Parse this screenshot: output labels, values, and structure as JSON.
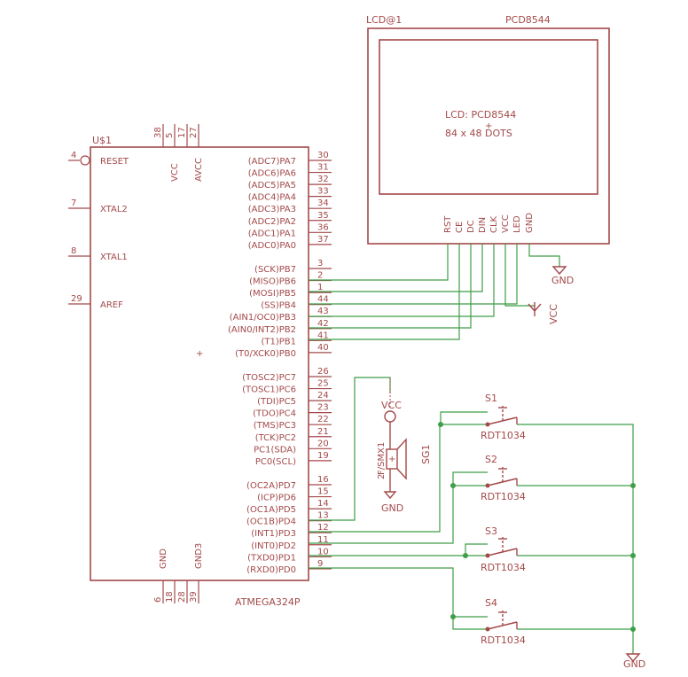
{
  "mcu": {
    "name": "U$1",
    "value": "ATMEGA324P",
    "left_pins": [
      {
        "num": "4",
        "label": "RESET"
      },
      {
        "num": "7",
        "label": "XTAL2"
      },
      {
        "num": "8",
        "label": "XTAL1"
      },
      {
        "num": "29",
        "label": "AREF"
      }
    ],
    "top_pins": [
      {
        "num": "38",
        "label": ""
      },
      {
        "num": "5",
        "label": "VCC"
      },
      {
        "num": "17",
        "label": ""
      },
      {
        "num": "27",
        "label": "AVCC"
      }
    ],
    "bottom_pins": [
      {
        "num": "6",
        "label": "GND"
      },
      {
        "num": "18",
        "label": ""
      },
      {
        "num": "28",
        "label": ""
      },
      {
        "num": "39",
        "label": "GND3"
      }
    ],
    "right_pins": [
      {
        "num": "30",
        "label": "(ADC7)PA7"
      },
      {
        "num": "31",
        "label": "(ADC6)PA6"
      },
      {
        "num": "32",
        "label": "(ADC5)PA5"
      },
      {
        "num": "33",
        "label": "(ADC4)PA4"
      },
      {
        "num": "34",
        "label": "(ADC3)PA3"
      },
      {
        "num": "35",
        "label": "(ADC2)PA2"
      },
      {
        "num": "36",
        "label": "(ADC1)PA1"
      },
      {
        "num": "37",
        "label": "(ADC0)PA0"
      },
      {
        "num": "3",
        "label": "(SCK)PB7"
      },
      {
        "num": "2",
        "label": "(MISO)PB6"
      },
      {
        "num": "1",
        "label": "(MOSI)PB5"
      },
      {
        "num": "44",
        "label": "(SS)PB4"
      },
      {
        "num": "43",
        "label": "(AIN1/OC0)PB3"
      },
      {
        "num": "42",
        "label": "(AIN0/INT2)PB2"
      },
      {
        "num": "41",
        "label": "(T1)PB1"
      },
      {
        "num": "40",
        "label": "(T0/XCK0)PB0"
      },
      {
        "num": "26",
        "label": "(TOSC2)PC7"
      },
      {
        "num": "25",
        "label": "(TOSC1)PC6"
      },
      {
        "num": "24",
        "label": "(TDI)PC5"
      },
      {
        "num": "23",
        "label": "(TDO)PC4"
      },
      {
        "num": "22",
        "label": "(TMS)PC3"
      },
      {
        "num": "21",
        "label": "(TCK)PC2"
      },
      {
        "num": "20",
        "label": "PC1(SDA)"
      },
      {
        "num": "19",
        "label": "PC0(SCL)"
      },
      {
        "num": "16",
        "label": "(OC2A)PD7"
      },
      {
        "num": "15",
        "label": "(ICP)PD6"
      },
      {
        "num": "14",
        "label": "(OC1A)PD5"
      },
      {
        "num": "13",
        "label": "(OC1B)PD4"
      },
      {
        "num": "12",
        "label": "(INT1)PD3"
      },
      {
        "num": "11",
        "label": "(INT0)PD2"
      },
      {
        "num": "10",
        "label": "(TXD0)PD1"
      },
      {
        "num": "9",
        "label": "(RXD0)PD0"
      }
    ]
  },
  "lcd": {
    "name": "LCD@1",
    "value": "PCD8544",
    "text_line1": "LCD: PCD8544",
    "text_line2": "84 x 48 DOTS",
    "pins": [
      "RST",
      "CE",
      "DC",
      "DIN",
      "CLK",
      "VCC",
      "LED",
      "GND"
    ]
  },
  "speaker": {
    "name": "SG1",
    "value": "F/SMX",
    "pin_labels": [
      "2",
      "1"
    ],
    "plus": "+"
  },
  "switches": [
    {
      "name": "S1",
      "value": "RDT1034"
    },
    {
      "name": "S2",
      "value": "RDT1034"
    },
    {
      "name": "S3",
      "value": "RDT1034"
    },
    {
      "name": "S4",
      "value": "RDT1034"
    }
  ],
  "supplies": {
    "vcc_lcd": "VCC",
    "vcc_speaker": "VCC",
    "gnd_lcd": "GND",
    "gnd_speaker": "GND",
    "gnd_switches": "GND"
  }
}
